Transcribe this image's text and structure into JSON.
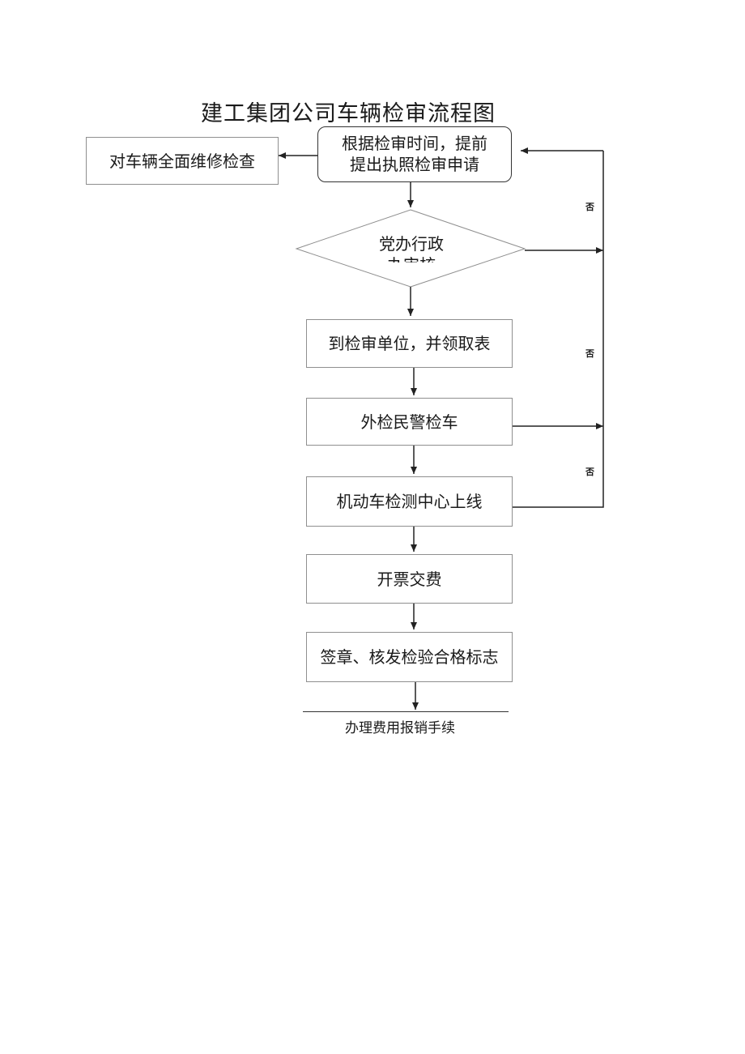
{
  "title": "建工集团公司车辆检审流程图",
  "nodes": {
    "apply": "根据检审时间，提前\n提出执照检审申请",
    "repair": "对车辆全面维修检查",
    "review": "党办行政\n办审核",
    "unit": "到检审单位，并领取表",
    "police": "外检民警检车",
    "center": "机动车检测中心上线",
    "pay": "开票交费",
    "sign": "签章、核发检验合格标志",
    "reimburse": "办理费用报销手续"
  },
  "edge_labels": {
    "no_1": "否",
    "no_2": "否",
    "no_3": "否"
  }
}
